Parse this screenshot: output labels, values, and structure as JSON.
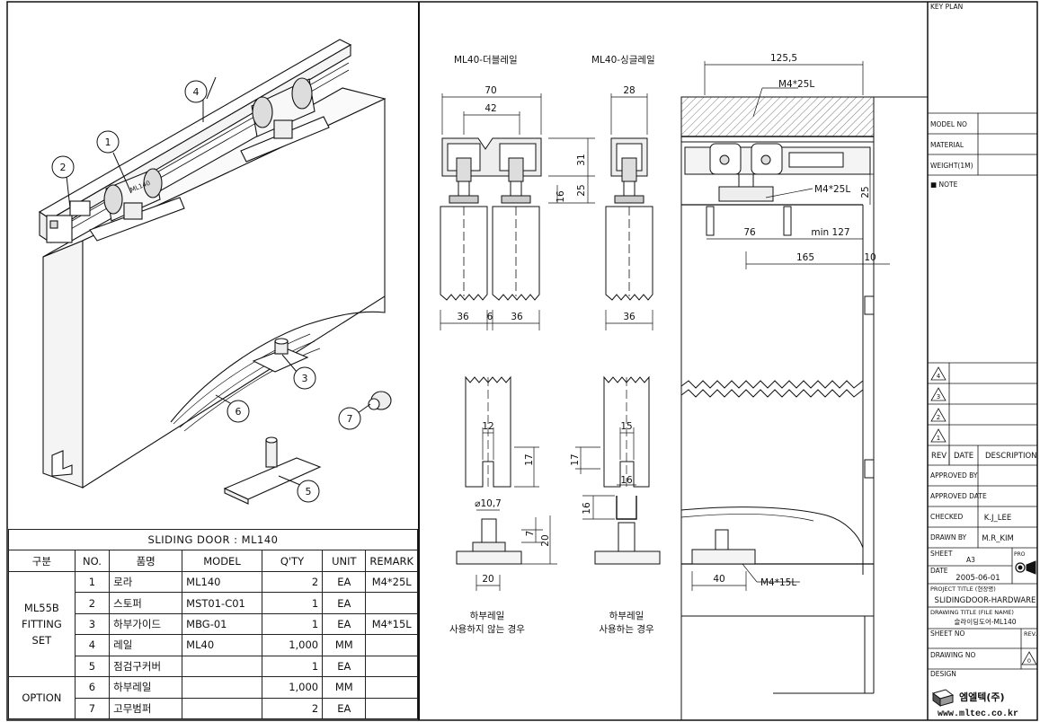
{
  "table": {
    "title": "SLIDING DOOR : ML140",
    "headers": [
      "구분",
      "NO.",
      "품명",
      "MODEL",
      "Q'TY",
      "UNIT",
      "REMARK"
    ],
    "groups": [
      {
        "name": "ML55B\nFITTING\nSET",
        "rows": [
          {
            "no": "1",
            "name": "로라",
            "model": "ML140",
            "qty": "2",
            "unit": "EA",
            "remark": "M4*25L"
          },
          {
            "no": "2",
            "name": "스토퍼",
            "model": "MST01-C01",
            "qty": "1",
            "unit": "EA",
            "remark": ""
          },
          {
            "no": "3",
            "name": "하부가이드",
            "model": "MBG-01",
            "qty": "1",
            "unit": "EA",
            "remark": "M4*15L"
          },
          {
            "no": "4",
            "name": "레일",
            "model": "ML40",
            "qty": "1,000",
            "unit": "MM",
            "remark": ""
          },
          {
            "no": "5",
            "name": "점검구커버",
            "model": "",
            "qty": "1",
            "unit": "EA",
            "remark": ""
          }
        ]
      },
      {
        "name": "OPTION",
        "rows": [
          {
            "no": "6",
            "name": "하부레일",
            "model": "",
            "qty": "1,000",
            "unit": "MM",
            "remark": ""
          },
          {
            "no": "7",
            "name": "고무범퍼",
            "model": "",
            "qty": "2",
            "unit": "EA",
            "remark": ""
          }
        ]
      }
    ]
  },
  "callouts": [
    "1",
    "2",
    "3",
    "4",
    "5",
    "6",
    "7"
  ],
  "roller_marking": "ML140",
  "sections": {
    "double_rail_title": "ML40-더블레일",
    "single_rail_title": "ML40-싱글레일",
    "no_bottom_rail_caption_1": "하부레일",
    "no_bottom_rail_caption_2": "사용하지 않는 경우",
    "bottom_rail_caption_1": "하부레일",
    "bottom_rail_caption_2": "사용하는 경우"
  },
  "dims": {
    "d70": "70",
    "d42": "42",
    "d31": "31",
    "d16a": "16",
    "d25a": "25",
    "d36a": "36",
    "d6": "6",
    "d36b": "36",
    "d28": "28",
    "d36c": "36",
    "d12": "12",
    "d17a": "17",
    "d10_7": "⌀10,7",
    "d7": "7",
    "d20v": "20",
    "d20": "20",
    "d15": "15",
    "d17b": "17",
    "d16b": "16",
    "d16c": "16",
    "d125_5": "125,5",
    "m4_25_top": "M4*25L",
    "m4_25_mid": "M4*25L",
    "d25b": "25",
    "d76": "76",
    "min127": "min 127",
    "d165": "165",
    "d10": "10",
    "d40": "40",
    "m4_15": "M4*15L"
  },
  "title_block": {
    "key_plan": "KEY PLAN",
    "model_no": "MODEL NO",
    "material": "MATERIAL",
    "weight": "WEIGHT(1M)",
    "note": "■ NOTE",
    "rev_marks": [
      "4",
      "3",
      "2",
      "1"
    ],
    "rev": "REV",
    "date_h": "DATE",
    "description": "DESCRIPTION",
    "approved_by": "APPROVED BY",
    "approved_date": "APPROVED DATE",
    "checked": "CHECKED",
    "checked_val": "K.J_LEE",
    "drawn_by": "DRAWN BY",
    "drawn_val": "M.R_KIM",
    "sheet": "SHEET",
    "sheet_val": "A3",
    "pro": "PRO",
    "date": "DATE",
    "date_val": "2005-06-01",
    "project_title": "PROJECT TITLE (현장명)",
    "project_val": "SLIDINGDOOR-HARDWARE",
    "drawing_title": "DRAWING TITLE (FILE NAME)",
    "drawing_val": "슬라이딩도어-ML140",
    "sheet_no": "SHEET NO",
    "rev2": "REV.",
    "drawing_no": "DRAWING NO",
    "rev_val": "0",
    "design": "DESIGN",
    "company": "엠엘텍(주)",
    "url": "www.mltec.co.kr"
  }
}
